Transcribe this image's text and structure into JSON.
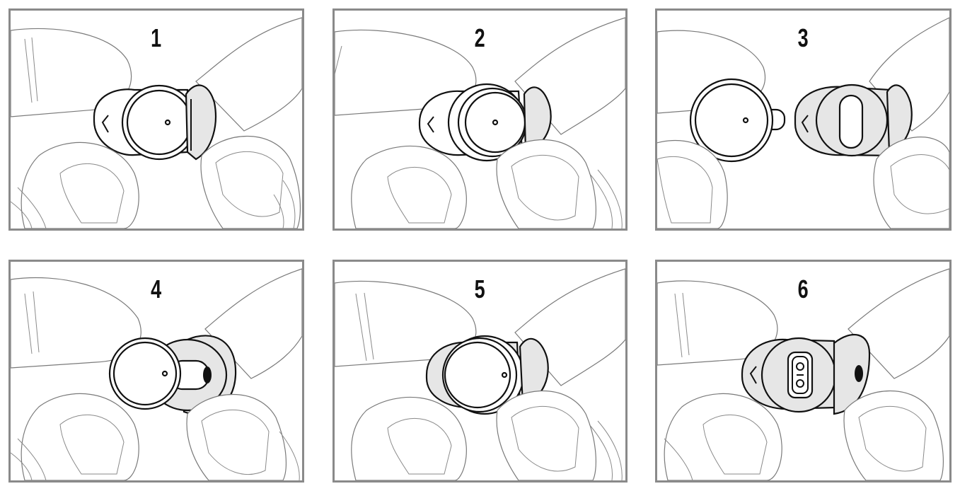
{
  "steps": [
    {
      "number": "1"
    },
    {
      "number": "2"
    },
    {
      "number": "3"
    },
    {
      "number": "4"
    },
    {
      "number": "5"
    },
    {
      "number": "6"
    }
  ],
  "colors": {
    "frame": "#8a8a8a",
    "ink": "#111111",
    "ear_tip_fill": "#e6e6e6"
  }
}
